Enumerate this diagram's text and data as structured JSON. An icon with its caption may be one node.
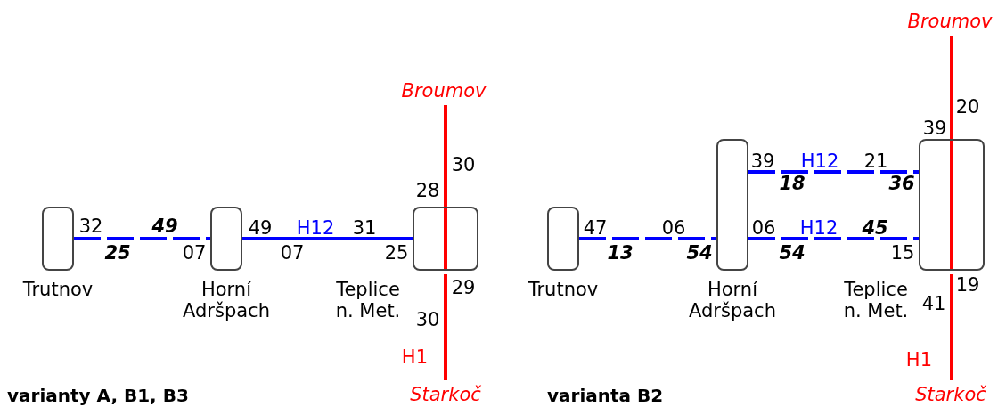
{
  "diagram": {
    "nodes": [
      {
        "text": [
          "Trutnov"
        ]
      },
      {
        "text": [
          "Horní Adršpach"
        ]
      },
      {
        "text": [
          "Teplice n. Met."
        ]
      },
      {
        "text": [
          "Broumov"
        ]
      },
      {
        "text": [
          "Starkoč"
        ]
      },
      {
        "text": [
          "Trutnov"
        ]
      },
      {
        "text": [
          "Horní Adršpach"
        ]
      },
      {
        "text": [
          "Teplice n. Met."
        ]
      },
      {
        "text": [
          "Broumov"
        ]
      },
      {
        "text": [
          "Starkoč"
        ]
      }
    ],
    "edges": [
      {
        "from": 0,
        "to": 1,
        "arrow": "none",
        "style": "dashed"
      },
      {
        "from": 1,
        "to": 2,
        "arrow": "none",
        "label": "H12"
      },
      {
        "from": 3,
        "to": 2,
        "arrow": "none",
        "color": "#ff0000"
      },
      {
        "from": 2,
        "to": 4,
        "arrow": "none",
        "color": "#ff0000",
        "label": "H1"
      },
      {
        "from": 5,
        "to": 6,
        "arrow": "none",
        "style": "dashed"
      },
      {
        "from": 6,
        "to": 7,
        "arrow": "none",
        "style": "dashed",
        "label": "H12"
      },
      {
        "from": 6,
        "to": 7,
        "arrow": "none",
        "style": "dashed",
        "label": "H12"
      },
      {
        "from": 8,
        "to": 7,
        "arrow": "none",
        "color": "#ff0000"
      },
      {
        "from": 7,
        "to": 9,
        "arrow": "none",
        "color": "#ff0000",
        "label": "H1"
      }
    ],
    "labels": [
      "30",
      "28",
      "32",
      "49",
      "49",
      "31",
      "25",
      "07",
      "07",
      "25",
      "29",
      "30",
      "varianty A, B1, B3",
      "20",
      "39",
      "39",
      "21",
      "18",
      "36",
      "47",
      "06",
      "06",
      "45",
      "13",
      "54",
      "54",
      "15",
      "19",
      "41",
      "varianta B2"
    ]
  }
}
